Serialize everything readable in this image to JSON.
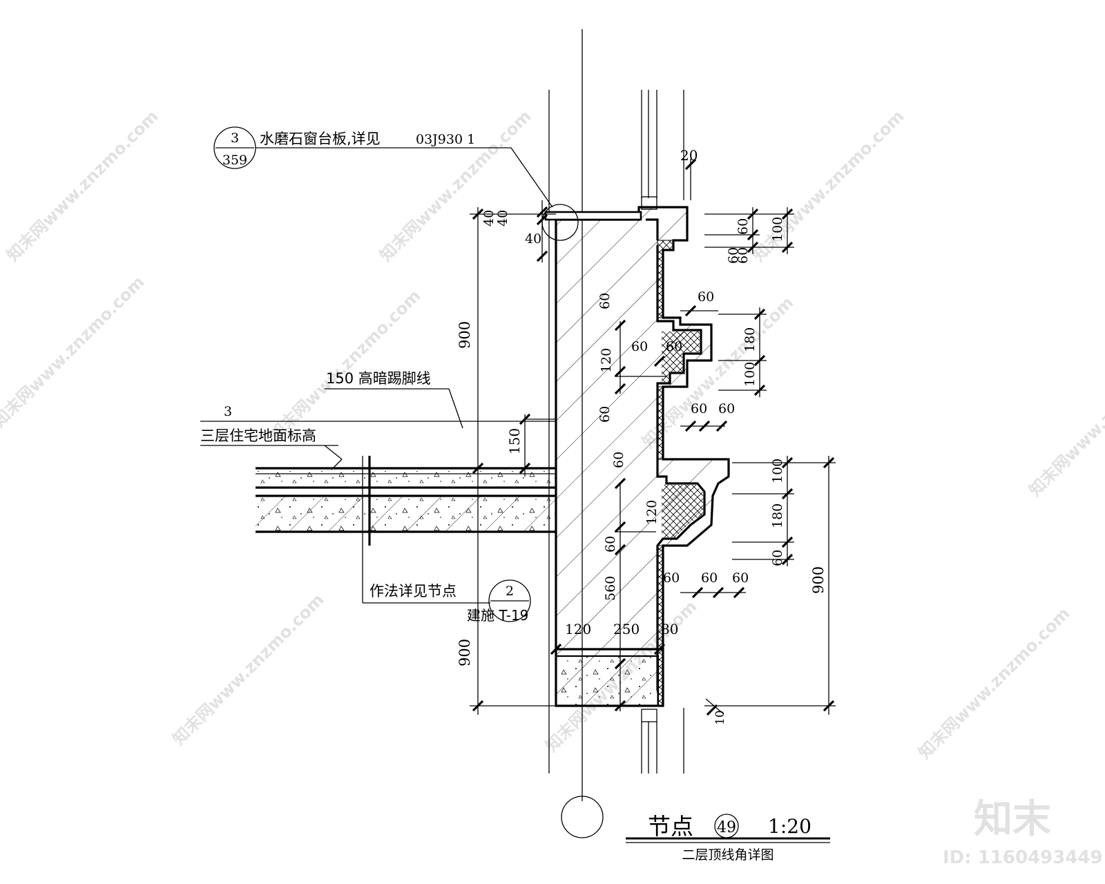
{
  "annotations": {
    "ref1_top": "3",
    "ref1_bottom": "359",
    "sill_label": "水磨石窗台板,详见",
    "sill_code": "03J930 1",
    "skirting_label": "150 高暗踢脚线",
    "floor_number": "3",
    "floor_label": "三层住宅地面标高",
    "detail_ref_text": "作法详见节点",
    "detail_ref_num": "2",
    "detail_ref_sheet": "建施 T-19"
  },
  "dimensions": {
    "d20": "20",
    "d40a": "40",
    "d40b": "40",
    "d40c": "40",
    "d900_left_upper": "900",
    "d900_left_lower": "900",
    "d150": "150",
    "d60_top1": "60",
    "d60_top2": "60",
    "d60_top3": "60",
    "d100_top": "100",
    "d60_r1": "60",
    "d180_mid": "180",
    "d100_mid": "100",
    "d60_w1": "60",
    "d60_w2": "60",
    "d120_upper": "120",
    "d60_core1": "60",
    "d60_core2": "60",
    "d60_core3": "60",
    "d60_m1": "60",
    "d60_m2": "60",
    "d100_low": "100",
    "d180_low": "180",
    "d60_low": "60",
    "d900_right": "900",
    "d120_lower": "120",
    "d60_core4": "60",
    "d560": "560",
    "d60_b1": "60",
    "d60_b2": "60",
    "d60_b3": "60",
    "d120_base": "120",
    "d250_base": "250",
    "d80_base": "80",
    "d10": "10"
  },
  "title": {
    "main": "节点",
    "number": "49",
    "scale": "1:20",
    "subtitle": "二层顶线角详图"
  },
  "watermark": {
    "brand": "知末",
    "id_text": "ID: 1160493449",
    "repeat_text": "知末网www.znzmo.com"
  },
  "colors": {
    "line": "#000000",
    "watermark": "#c9c9c9"
  }
}
